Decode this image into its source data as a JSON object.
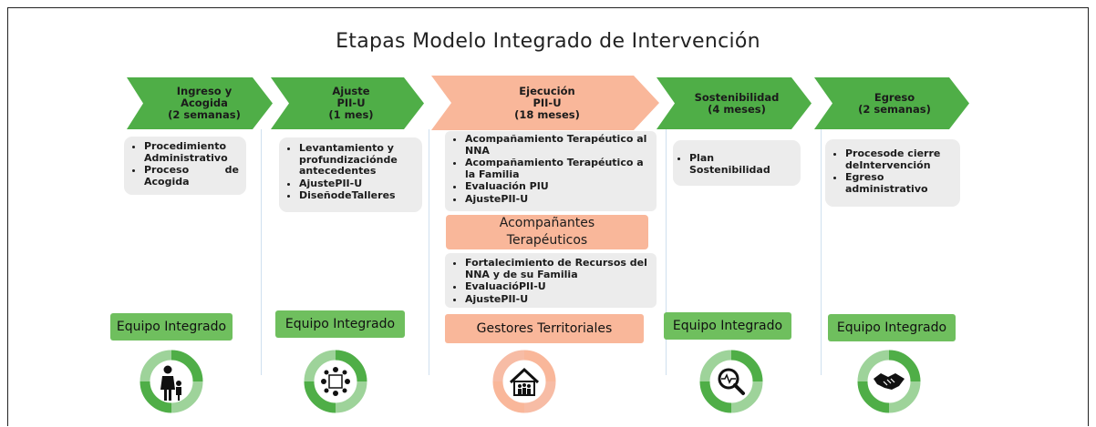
{
  "title": "Etapas Modelo Integrado de Intervención",
  "stages": [
    {
      "lines": [
        "Ingreso y",
        "Acogida",
        "(2 semanas)"
      ],
      "color": "#4fae47",
      "items": [
        "Procedimiento Administrativo",
        "Proceso de Acogida"
      ],
      "team": "Equipo Integrado",
      "icon": "family-icon"
    },
    {
      "lines": [
        "Ajuste",
        "PII-U",
        "(1 mes)"
      ],
      "color": "#4fae47",
      "items": [
        "Levantamiento y profundizacióndе antecedentes",
        "AjustePII-U",
        "DiseñodeTalleres"
      ],
      "team": "Equipo Integrado",
      "icon": "meeting-icon"
    },
    {
      "lines": [
        "Ejecución",
        "PII-U",
        "(18 meses)"
      ],
      "color": "#f9b79a",
      "items_top": [
        "Acompañamiento Terapéutico al NNA",
        "Acompañamiento Terapéutico a la Familia",
        "Evaluación PIU",
        "AjustePII-U"
      ],
      "subteam_top": [
        "Acompañantes",
        "Terapéuticos"
      ],
      "items_bottom": [
        "Fortalecimiento de Recursos del NNA y de su Familia",
        "EvaluacióPII-U",
        "AjustePII-U"
      ],
      "team": "Gestores Territoriales",
      "icon": "house-family-icon"
    },
    {
      "lines": [
        "Sostenibilidad",
        "(4 meses)"
      ],
      "color": "#4fae47",
      "items": [
        "Plan Sostenibilidad"
      ],
      "team": "Equipo Integrado",
      "icon": "magnifier-pulse-icon"
    },
    {
      "lines": [
        "Egreso",
        "(2 semanas)"
      ],
      "color": "#4fae47",
      "items": [
        "Procesode cierre deIntervención",
        "Egreso administrativo"
      ],
      "team": "Equipo Integrado",
      "icon": "handshake-icon"
    }
  ],
  "colors": {
    "green": "#4fae47",
    "green_team": "#6fbf5e",
    "orange": "#f9b79a",
    "box": "#ececec"
  }
}
